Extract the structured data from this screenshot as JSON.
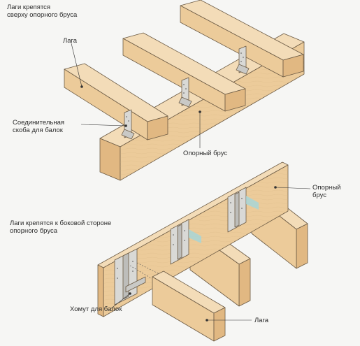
{
  "top": {
    "title": "Лаги крепятся\nсверху опорного бруса",
    "joist_label": "Лага",
    "bracket_label": "Соединительная\nскоба для балок",
    "beam_label": "Опорный брус"
  },
  "bottom": {
    "title": "Лаги крепятся к боковой стороне\nопорного бруса",
    "beam_label": "Опорный\nбрус",
    "hanger_label": "Хомут для балок",
    "joist_label": "Лага"
  },
  "colors": {
    "wood_top": "#f3dcb8",
    "wood_side": "#eccb9a",
    "wood_dark": "#e1b882",
    "metal": "#d9d9d6",
    "edge": "#6b5a44",
    "accent": "#9fd8e0"
  }
}
